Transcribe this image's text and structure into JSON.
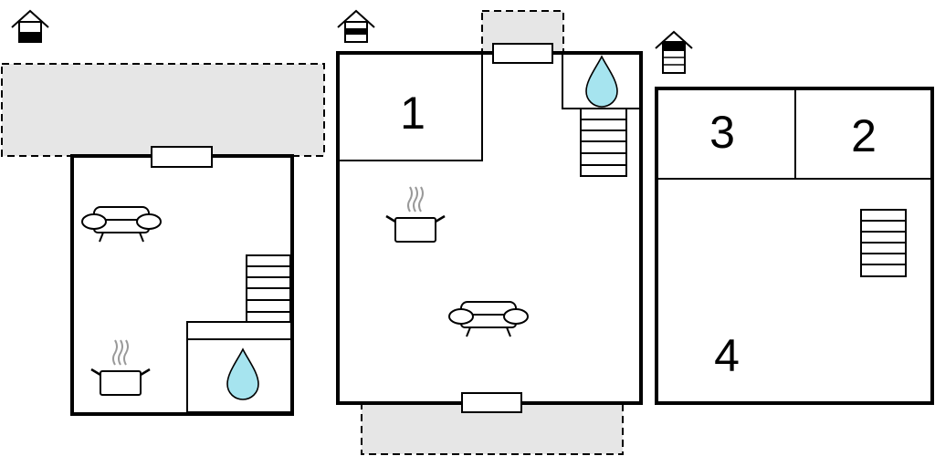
{
  "floorplan": {
    "colors": {
      "wall": "#000000",
      "outdoor_area": "#e6e6e6",
      "water": "#a6e4ef",
      "background": "#ffffff"
    },
    "plans": [
      {
        "level_icon": "house-level-icon-ground",
        "rooms": [],
        "fixtures": [
          "sofa-icon",
          "stove-pot-icon",
          "staircase-icon",
          "water-drop-icon",
          "window-icon"
        ]
      },
      {
        "level_icon": "house-level-icon-middle",
        "rooms": [
          {
            "label": "1"
          }
        ],
        "fixtures": [
          "stove-pot-icon",
          "sofa-icon",
          "staircase-icon",
          "water-drop-icon",
          "window-icon"
        ]
      },
      {
        "level_icon": "house-level-icon-upper",
        "rooms": [
          {
            "label": "3"
          },
          {
            "label": "2"
          },
          {
            "label": "4"
          }
        ],
        "fixtures": [
          "staircase-icon"
        ]
      }
    ]
  }
}
